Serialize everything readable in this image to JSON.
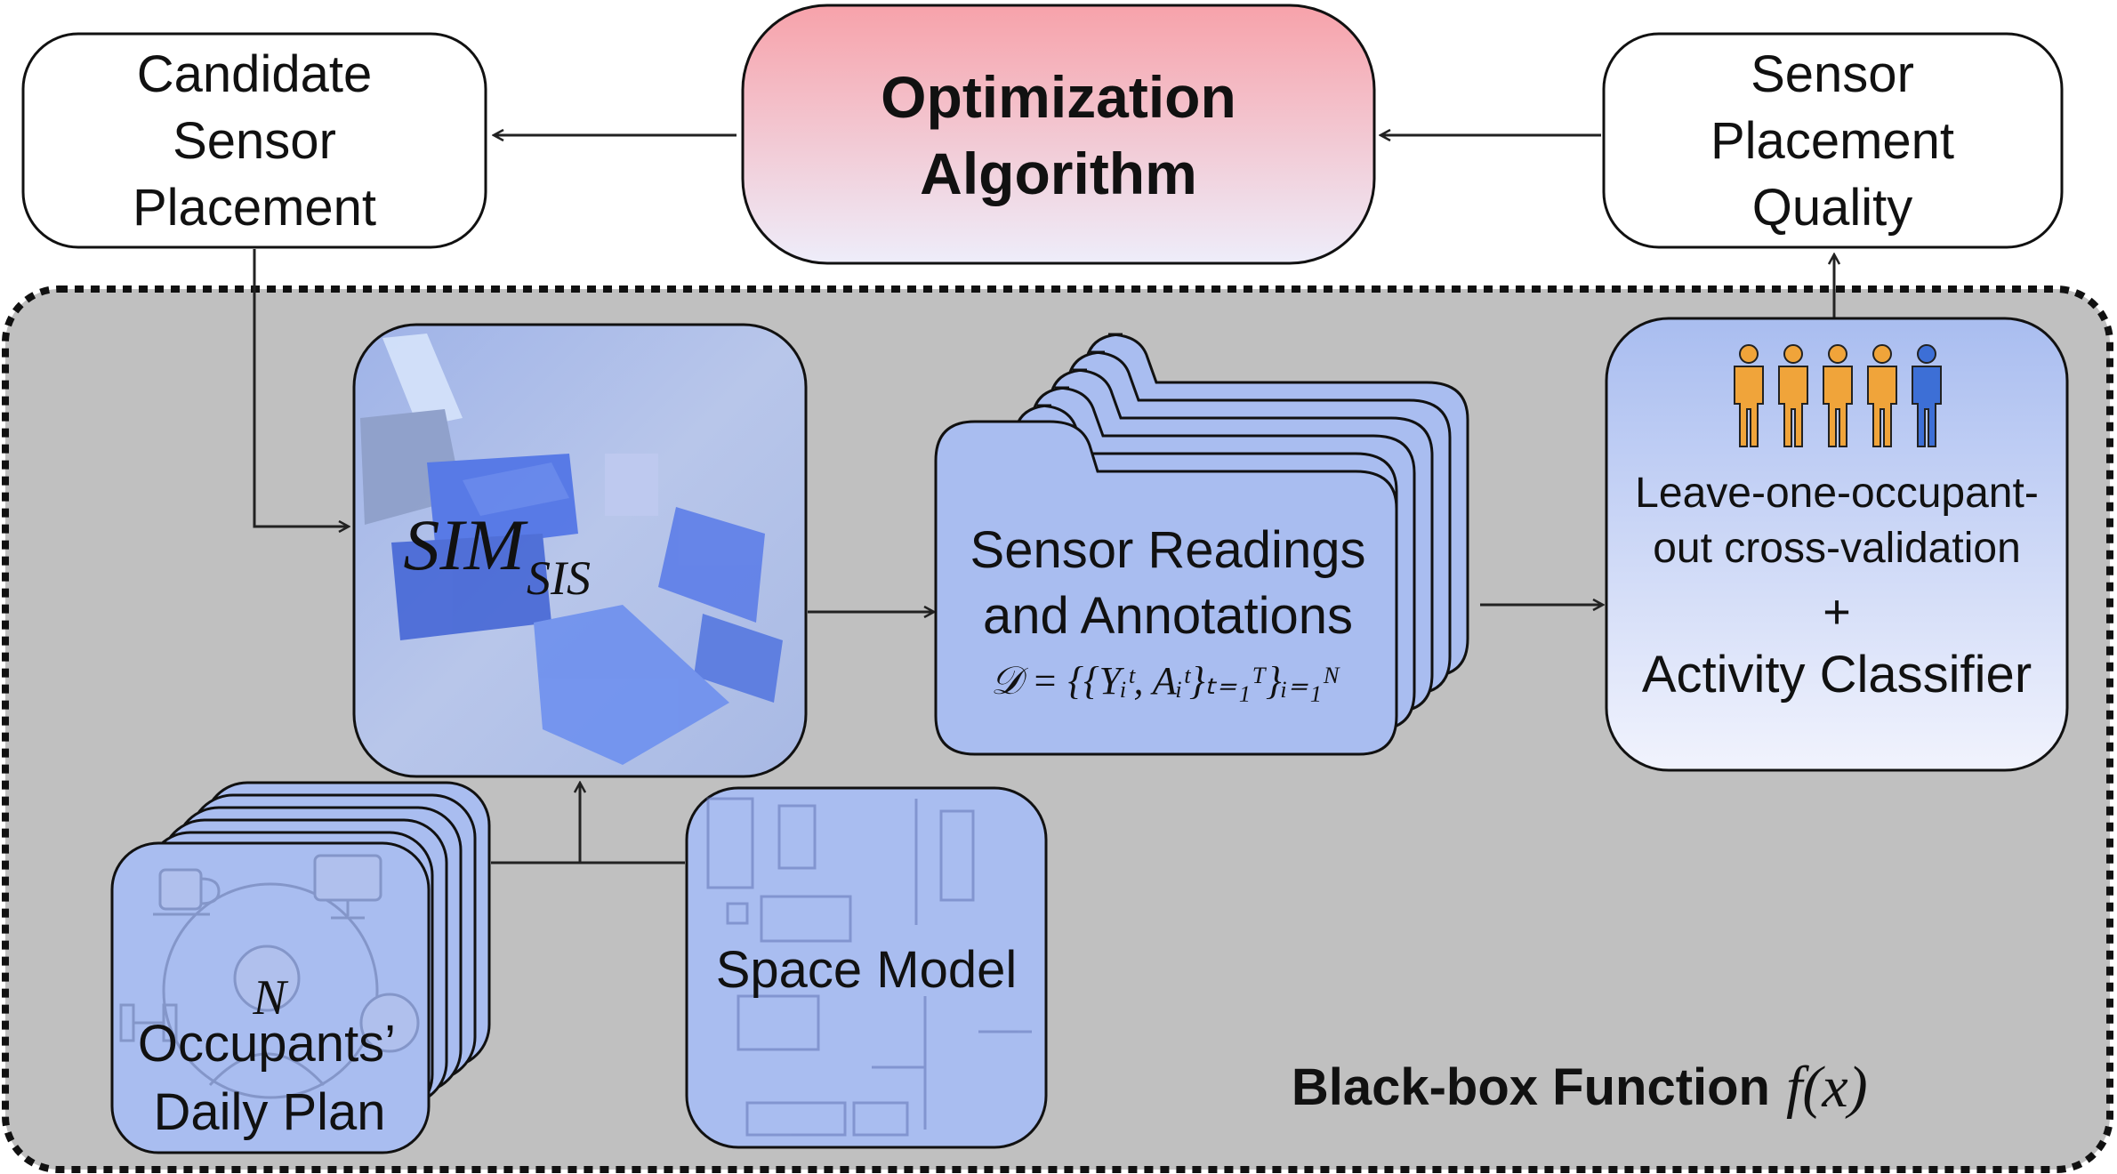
{
  "top": {
    "candidate": [
      "Candidate",
      "Sensor",
      "Placement"
    ],
    "optimization": [
      "Optimization",
      "Algorithm"
    ],
    "quality": [
      "Sensor",
      "Placement",
      "Quality"
    ]
  },
  "simulator": {
    "label_main": "SIM",
    "label_sub": "SIS"
  },
  "readings": {
    "lines": [
      "Sensor Readings",
      "and Annotations"
    ],
    "formula": "𝒟 = {{Yᵢᵗ, Aᵢᵗ}ₜ₌₁ᵀ}ᵢ₌₁ᴺ"
  },
  "classifier": {
    "line1": "Leave-one-occupant-",
    "line2": "out cross-validation",
    "plus": "+",
    "line3": "Activity Classifier",
    "people_icons": [
      "person-icon",
      "person-icon",
      "person-icon",
      "person-icon",
      "person-icon"
    ],
    "people_colors": [
      "#f0a43a",
      "#f0a43a",
      "#f0a43a",
      "#f0a43a",
      "#3d6fd6"
    ]
  },
  "occupants": {
    "n": "N",
    "line1": "Occupants’",
    "line2": "Daily Plan",
    "icons": [
      "coffee-cup-icon",
      "computer-icon",
      "person-icon",
      "sleep-icon",
      "dumbbell-icon"
    ]
  },
  "space_model": {
    "label": "Space Model"
  },
  "blackbox": {
    "label": "Black-box Function",
    "fx": "f(x)"
  },
  "colors": {
    "optimization_top": "#f7a9b0",
    "optimization_bottom": "#ece9f8",
    "blue_box": "#a9bdf0",
    "blackbox_fill": "#c0c0c0",
    "arrow": "#222222"
  }
}
